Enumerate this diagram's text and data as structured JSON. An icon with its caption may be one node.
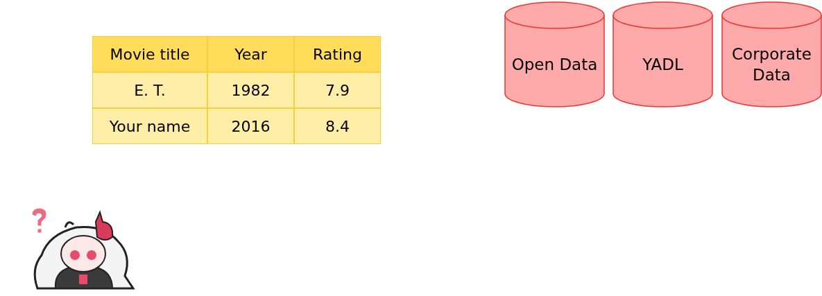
{
  "diagram": {
    "nodes": [
      {
        "text": [
          "Open Data"
        ]
      },
      {
        "text": [
          "YADL"
        ]
      },
      {
        "text": [
          "Corporate Data"
        ]
      }
    ],
    "labels": [
      "Movie title",
      "Year",
      "Rating",
      "E. T.",
      "1982",
      "7.9",
      "Your name",
      "2016",
      "8.4"
    ]
  }
}
